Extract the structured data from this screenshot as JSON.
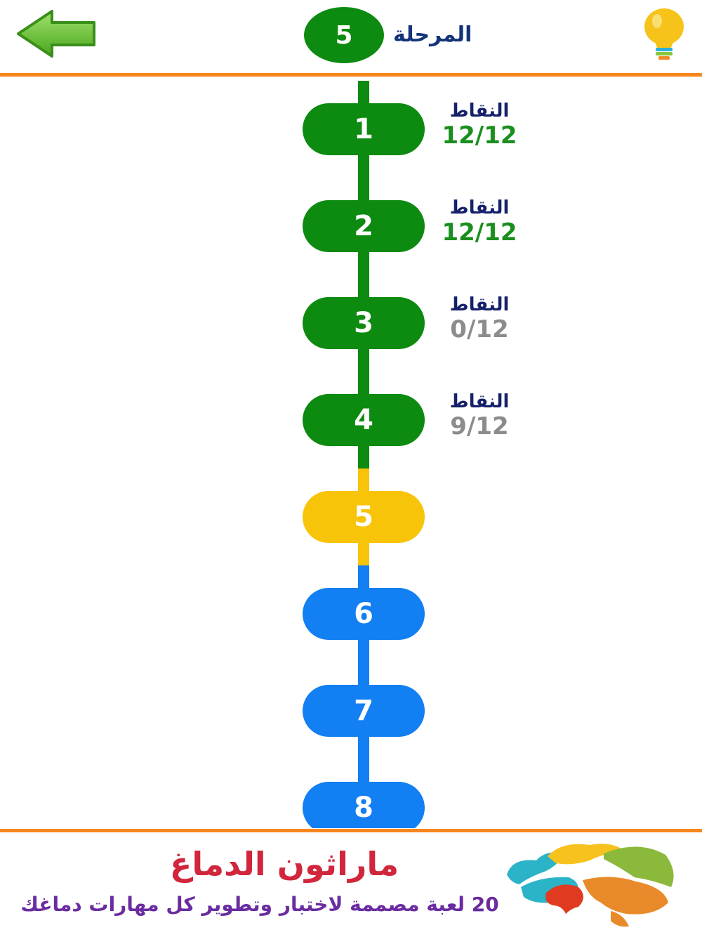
{
  "header": {
    "stage_label": "المرحلة",
    "stage_number": "5"
  },
  "levels": [
    {
      "number": "1",
      "state": "completed",
      "score_label": "النقاط",
      "score": "12/12",
      "score_color": "#1a8f1e"
    },
    {
      "number": "2",
      "state": "completed",
      "score_label": "النقاط",
      "score": "12/12",
      "score_color": "#1a8f1e"
    },
    {
      "number": "3",
      "state": "completed",
      "score_label": "النقاط",
      "score": "0/12",
      "score_color": "#8c8c8c"
    },
    {
      "number": "4",
      "state": "completed",
      "score_label": "النقاط",
      "score": "9/12",
      "score_color": "#8c8c8c"
    },
    {
      "number": "5",
      "state": "current"
    },
    {
      "number": "6",
      "state": "locked"
    },
    {
      "number": "7",
      "state": "locked"
    },
    {
      "number": "8",
      "state": "locked"
    }
  ],
  "colors": {
    "completed": "#0d8a10",
    "current": "#f8c40a",
    "locked": "#127ff2",
    "divider": "#f7861c"
  },
  "footer": {
    "title": "ماراثون الدماغ",
    "tagline": "20 لعبة مصممة لاختبار وتطوير كل مهارات دماغك"
  },
  "icons": {
    "back": "back-arrow-icon",
    "hint": "lightbulb-icon",
    "logo": "brain-logo-icon"
  }
}
